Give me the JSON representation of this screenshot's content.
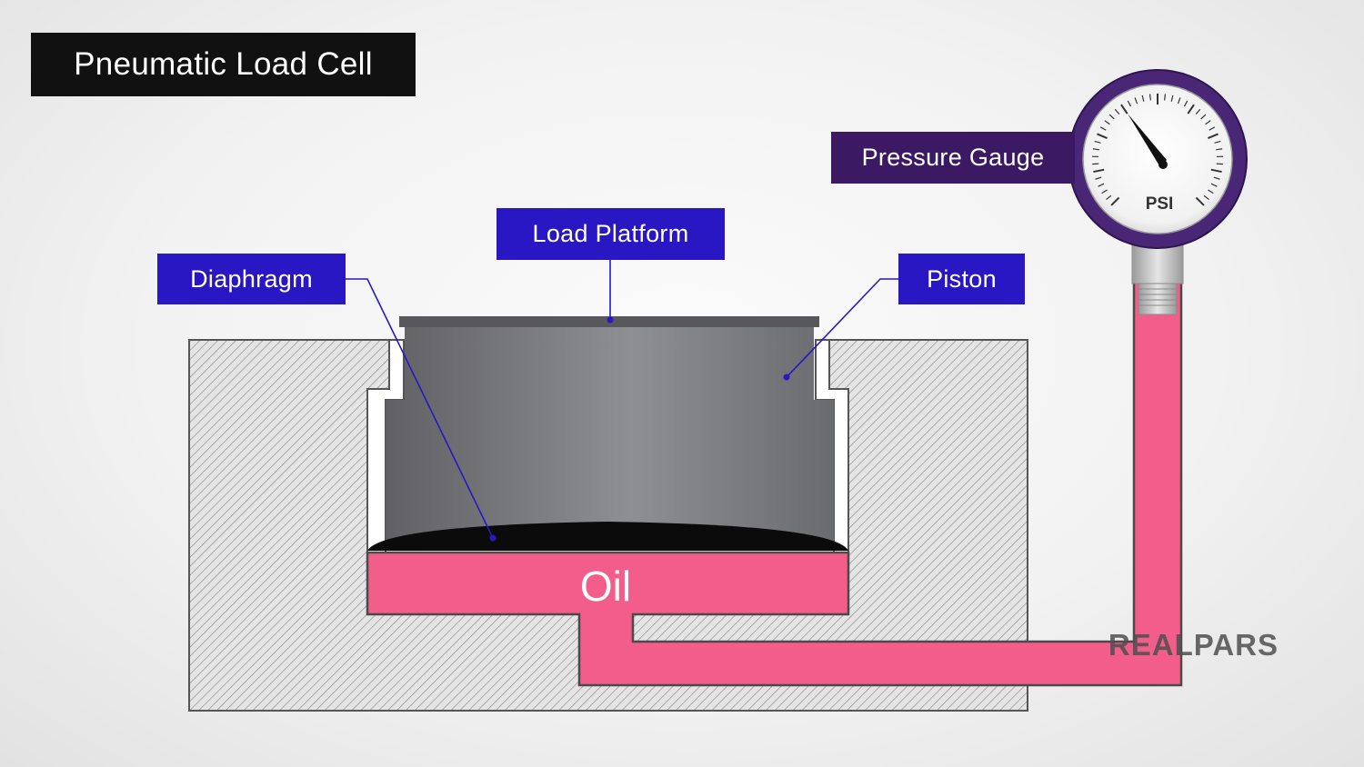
{
  "title": "Pneumatic Load Cell",
  "labels": {
    "load_platform": "Load Platform",
    "diaphragm": "Diaphragm",
    "piston": "Piston",
    "pressure_gauge": "Pressure Gauge"
  },
  "oil_label": "Oil",
  "gauge_unit": "PSI",
  "brand": "REALPARS",
  "colors": {
    "title_bg": "#111111",
    "label_blue": "#2a17c4",
    "label_purple": "#3c1a63",
    "oil": "#f25d8a",
    "piston": "#77787c",
    "diaphragm": "#0b0b0b",
    "gauge_ring": "#4a2676",
    "leader_line": "#2a17c4"
  },
  "icons": {
    "gauge": "pressure-gauge-icon"
  }
}
